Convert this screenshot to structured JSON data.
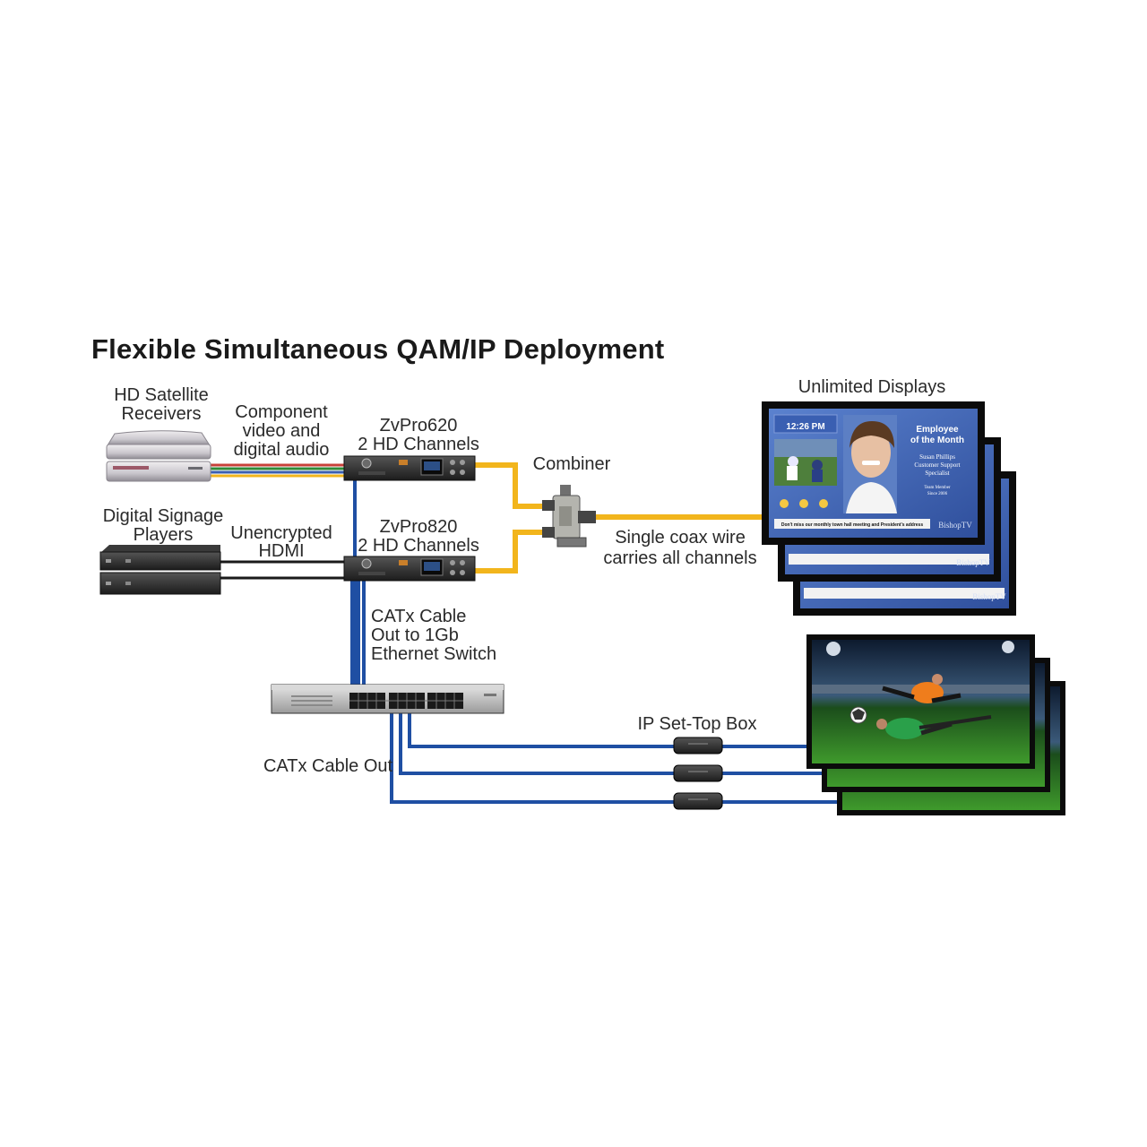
{
  "title": "Flexible Simultaneous QAM/IP Deployment",
  "labels": {
    "satellite": [
      "HD Satellite",
      "Receivers"
    ],
    "component": [
      "Component",
      "video and",
      "digital audio"
    ],
    "zvpro620": [
      "ZvPro620",
      "2 HD Channels"
    ],
    "combiner": "Combiner",
    "displays": "Unlimited Displays",
    "signage": [
      "Digital Signage",
      "Players"
    ],
    "hdmi": [
      "Unencrypted",
      "HDMI"
    ],
    "zvpro820": [
      "ZvPro820",
      "2 HD Channels"
    ],
    "coax": [
      "Single coax wire",
      "carries all channels"
    ],
    "catx_switch": [
      "CATx Cable",
      "Out to 1Gb",
      "Ethernet Switch"
    ],
    "stb": "IP Set-Top Box",
    "catx_out": "CATx Cable Out"
  },
  "screen": {
    "time": "12:26 PM",
    "heading": [
      "Employee",
      "of the Month"
    ],
    "name": [
      "Susan Phillips",
      "Customer Support",
      "Specialist"
    ],
    "since": [
      "Team Member",
      "Since 2006"
    ],
    "ticker": "Don't miss our monthly town hall meeting and President's address",
    "brand": "BishopTV"
  },
  "colors": {
    "coax": "#f2b51c",
    "catx": "#1f4fa3",
    "hdmi": "#1a1a1a",
    "screen_blue": "#3d62b3"
  }
}
